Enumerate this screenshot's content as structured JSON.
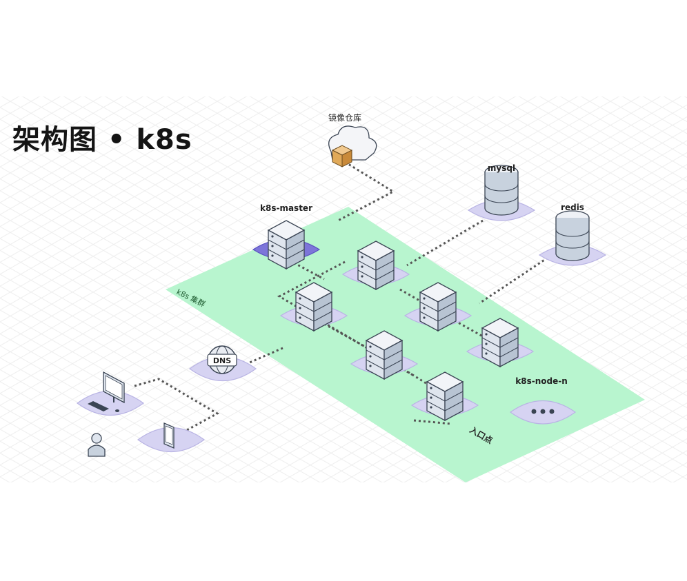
{
  "title": "架构图 • k8s",
  "labels": {
    "registry": "镜像仓库",
    "mysql": "mysql",
    "redis": "redis",
    "master": "k8s-master",
    "cluster": "k8s 集群",
    "dns": "DNS",
    "node_n": "k8s-node-n",
    "entry": "入口点"
  },
  "colors": {
    "cluster_fill": "#b8f5cf",
    "pad_fill": "#d6d3f2",
    "pad_stroke": "#b9b4e4",
    "master_pad": "#7d75d9",
    "server_top": "#eef1f5",
    "server_side": "#c9d3de",
    "link": "#555555"
  },
  "icons": [
    "cloud-icon",
    "package-icon",
    "database-icon",
    "server-icon",
    "globe-icon",
    "monitor-icon",
    "keyboard-icon",
    "mouse-icon",
    "phone-icon",
    "person-icon",
    "ellipsis-icon"
  ]
}
